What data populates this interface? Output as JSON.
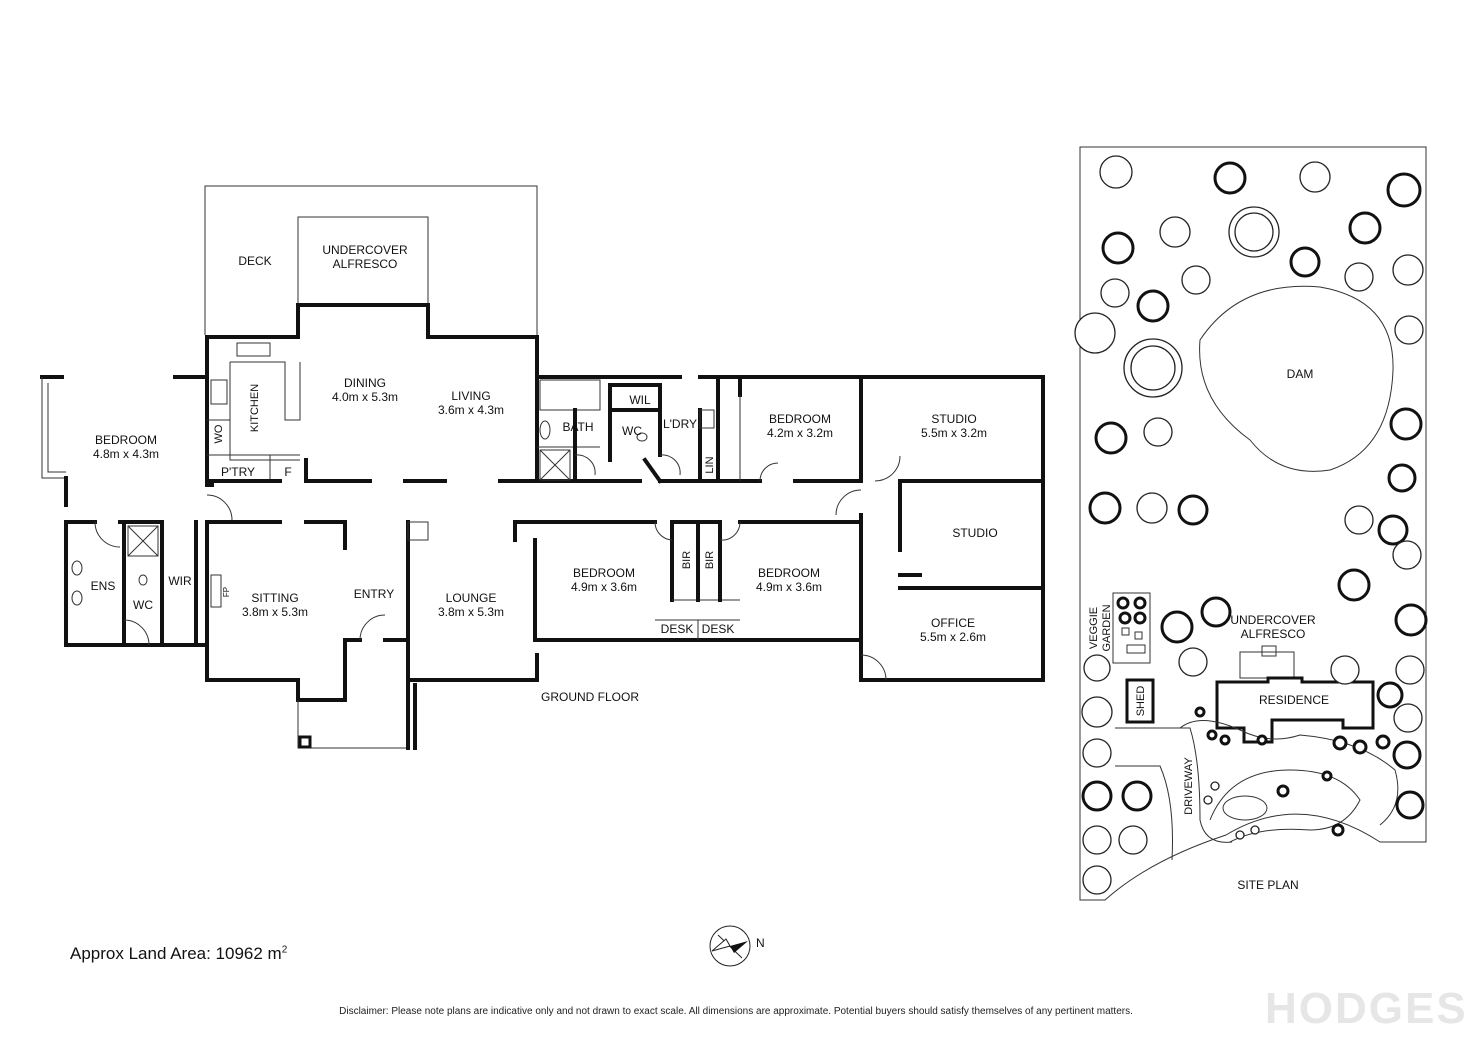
{
  "plan": {
    "rooms": [
      {
        "id": "deck",
        "name": "DECK"
      },
      {
        "id": "alfresco",
        "name_line1": "UNDERCOVER",
        "name_line2": "ALFRESCO"
      },
      {
        "id": "bedroom1",
        "name": "BEDROOM",
        "size": "4.8m x 4.3m"
      },
      {
        "id": "kitchen",
        "name": "KITCHEN"
      },
      {
        "id": "wo",
        "name": "WO"
      },
      {
        "id": "pantry",
        "name": "P'TRY"
      },
      {
        "id": "f",
        "name": "F"
      },
      {
        "id": "dining",
        "name": "DINING",
        "size": "4.0m x 5.3m"
      },
      {
        "id": "living",
        "name": "LIVING",
        "size": "3.6m x 4.3m"
      },
      {
        "id": "bath",
        "name": "BATH"
      },
      {
        "id": "wil",
        "name": "WIL"
      },
      {
        "id": "wc2",
        "name": "WC"
      },
      {
        "id": "laundry",
        "name": "L'DRY"
      },
      {
        "id": "lin",
        "name": "LIN"
      },
      {
        "id": "bedroom2",
        "name": "BEDROOM",
        "size": "4.2m x 3.2m"
      },
      {
        "id": "studio1",
        "name": "STUDIO",
        "size": "5.5m x 3.2m"
      },
      {
        "id": "studio2",
        "name": "STUDIO"
      },
      {
        "id": "office",
        "name": "OFFICE",
        "size": "5.5m x 2.6m"
      },
      {
        "id": "ens",
        "name": "ENS"
      },
      {
        "id": "wc1",
        "name": "WC"
      },
      {
        "id": "wir",
        "name": "WIR"
      },
      {
        "id": "fp",
        "name": "FP"
      },
      {
        "id": "sitting",
        "name": "SITTING",
        "size": "3.8m x 5.3m"
      },
      {
        "id": "entry",
        "name": "ENTRY"
      },
      {
        "id": "lounge",
        "name": "LOUNGE",
        "size": "3.8m x 5.3m"
      },
      {
        "id": "bedroom3",
        "name": "BEDROOM",
        "size": "4.9m x 3.6m"
      },
      {
        "id": "bir1",
        "name": "BIR"
      },
      {
        "id": "bir2",
        "name": "BIR"
      },
      {
        "id": "bedroom4",
        "name": "BEDROOM",
        "size": "4.9m x 3.6m"
      },
      {
        "id": "desk1",
        "name": "DESK"
      },
      {
        "id": "desk2",
        "name": "DESK"
      }
    ],
    "floor_label": "GROUND FLOOR"
  },
  "site": {
    "dam": "DAM",
    "veggie_line1": "VEGGIE",
    "veggie_line2": "GARDEN",
    "alfresco_line1": "UNDERCOVER",
    "alfresco_line2": "ALFRESCO",
    "residence": "RESIDENCE",
    "shed": "SHED",
    "driveway": "DRIVEWAY",
    "site_label": "SITE PLAN"
  },
  "compass": {
    "label": "N"
  },
  "land_area": {
    "label": "Approx Land Area: 10962 m",
    "sup": "2"
  },
  "disclaimer": "Disclaimer: Please note plans are indicative only and not drawn to exact scale. All dimensions are approximate. Potential buyers should satisfy themselves of any pertinent matters.",
  "watermark": "HODGES"
}
